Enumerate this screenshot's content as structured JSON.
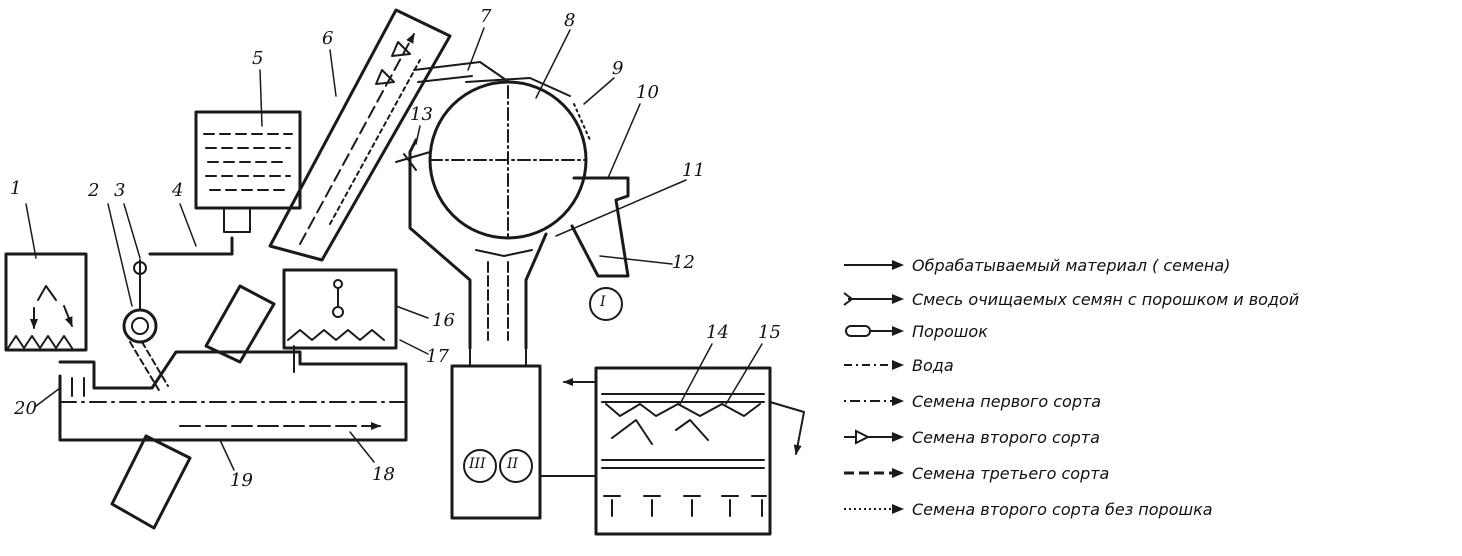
{
  "diagram": {
    "callouts": [
      "1",
      "2",
      "3",
      "4",
      "5",
      "6",
      "7",
      "8",
      "9",
      "10",
      "11",
      "12",
      "13",
      "14",
      "15",
      "16",
      "17",
      "18",
      "19",
      "20"
    ],
    "grade_circles": [
      "I",
      "II",
      "III"
    ]
  },
  "legend": [
    {
      "label": "Обрабатываемый материал ( семена)",
      "style": "solid-arrow"
    },
    {
      "label": "Смесь очищаемых семян с порошком и водой",
      "style": "chevron-arrow"
    },
    {
      "label": "Порошок",
      "style": "capsule-arrow"
    },
    {
      "label": "Вода",
      "style": "dash-dot-arrow"
    },
    {
      "label": "Семена первого сорта",
      "style": "dot-dash-arrow"
    },
    {
      "label": "Семена второго сорта",
      "style": "triangle-arrow"
    },
    {
      "label": "Семена третьего сорта",
      "style": "long-dash-arrow"
    },
    {
      "label": "Семена второго сорта без порошка",
      "style": "dotted-arrow"
    }
  ]
}
